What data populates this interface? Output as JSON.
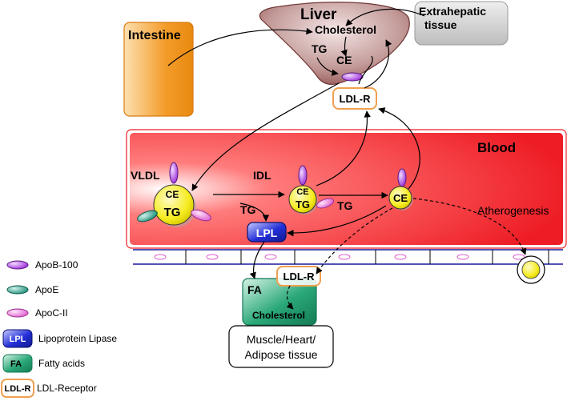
{
  "organs": {
    "liver": "Liver",
    "intestine": "Intestine",
    "extrahepatic_line1": "Extrahepatic",
    "extrahepatic_line2": "tissue",
    "blood": "Blood",
    "muscle_line1": "Muscle/Heart/",
    "muscle_line2": "Adipose tissue"
  },
  "liver_labels": {
    "cholesterol": "Cholesterol",
    "tg": "TG",
    "ce": "CE",
    "ldlr": "LDL-R"
  },
  "particles": {
    "vldl": "VLDL",
    "idl": "IDL",
    "vldl_ce": "CE",
    "vldl_tg": "TG",
    "idl_ce": "CE",
    "idl_tg": "TG",
    "ldl_ce": "CE",
    "tg_label_1": "TG",
    "tg_label_2": "TG",
    "lpl": "LPL",
    "atherogenesis": "Atherogenesis"
  },
  "muscle_labels": {
    "fa": "FA",
    "ldlr": "LDL-R",
    "cholesterol": "Cholesterol"
  },
  "legend": [
    {
      "symbol": "apob-100",
      "label": "ApoB-100"
    },
    {
      "symbol": "apoe",
      "label": "ApoE"
    },
    {
      "symbol": "apoc-ii",
      "label": "ApoC-II"
    },
    {
      "symbol": "LPL",
      "label": "Lipoprotein Lipase"
    },
    {
      "symbol": "FA",
      "label": "Fatty acids"
    },
    {
      "symbol": "LDL-R",
      "label": "LDL-Receptor"
    }
  ],
  "colors": {
    "intestine": "#f39c2a",
    "liver": "#8c4a48",
    "extrahepatic": "#c8c8c8",
    "blood": "#ee1c24",
    "lipoprotein": "#f5ec20",
    "apob": "#9b30d9",
    "apoe": "#1e8f7a",
    "apoc": "#e060d0",
    "lpl": "#2430d8",
    "fa": "#2aa878",
    "ldlr_border": "#f0a050"
  }
}
